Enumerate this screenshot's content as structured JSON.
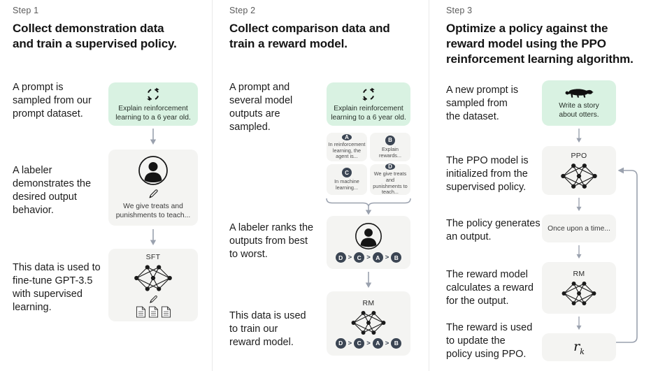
{
  "colors": {
    "green": "#d9f2e2",
    "gray": "#f4f4f2",
    "badge": "#3b4553",
    "arrow": "#9aa1ae",
    "ink": "#161616",
    "muted": "#5b5b5b",
    "divider": "#e9e9e9"
  },
  "steps": [
    {
      "label": "Step 1",
      "heading": "Collect demonstration data\nand train a supervised policy.",
      "captions": {
        "c1": "A prompt is\nsampled from our\nprompt dataset.",
        "c2": "A labeler\ndemonstrates the\ndesired output\nbehavior.",
        "c3": "This data is used to\nfine-tune GPT-3.5\nwith supervised\nlearning."
      },
      "prompt_card": "Explain reinforcement\nlearning to a 6 year old.",
      "labeler_card": "We give treats and\npunishments to teach...",
      "model_label": "SFT"
    },
    {
      "label": "Step 2",
      "heading": "Collect comparison data and\ntrain a reward model.",
      "captions": {
        "c1": "A prompt and\nseveral model\noutputs are\nsampled.",
        "c2": "A labeler ranks the\noutputs from best\nto worst.",
        "c3": "This data is used\nto train our\nreward model."
      },
      "prompt_card": "Explain reinforcement\nlearning to a 6 year old.",
      "outputs": [
        {
          "badge": "A",
          "text": "In reinforcement\nlearning, the\nagent is..."
        },
        {
          "badge": "B",
          "text": "Explain rewards..."
        },
        {
          "badge": "C",
          "text": "In machine\nlearning..."
        },
        {
          "badge": "D",
          "text": "We give treats and\npunishments to\nteach..."
        }
      ],
      "ranking": [
        "D",
        "C",
        "A",
        "B"
      ],
      "rank_sep": ">",
      "model_label": "RM"
    },
    {
      "label": "Step 3",
      "heading": "Optimize a policy against the\nreward model using the PPO\nreinforcement learning algorithm.",
      "captions": {
        "c1": "A new prompt is\nsampled from\nthe dataset.",
        "c2": "The PPO model is\ninitialized from the\nsupervised policy.",
        "c3": "The policy generates\nan output.",
        "c4": "The reward model\ncalculates a reward\nfor the output.",
        "c5": "The reward is used\nto update the\npolicy using PPO."
      },
      "prompt_card": "Write a story\nabout otters.",
      "ppo_label": "PPO",
      "output_card": "Once upon a time...",
      "rm_label": "RM",
      "reward_main": "r",
      "reward_sub": "k"
    }
  ]
}
